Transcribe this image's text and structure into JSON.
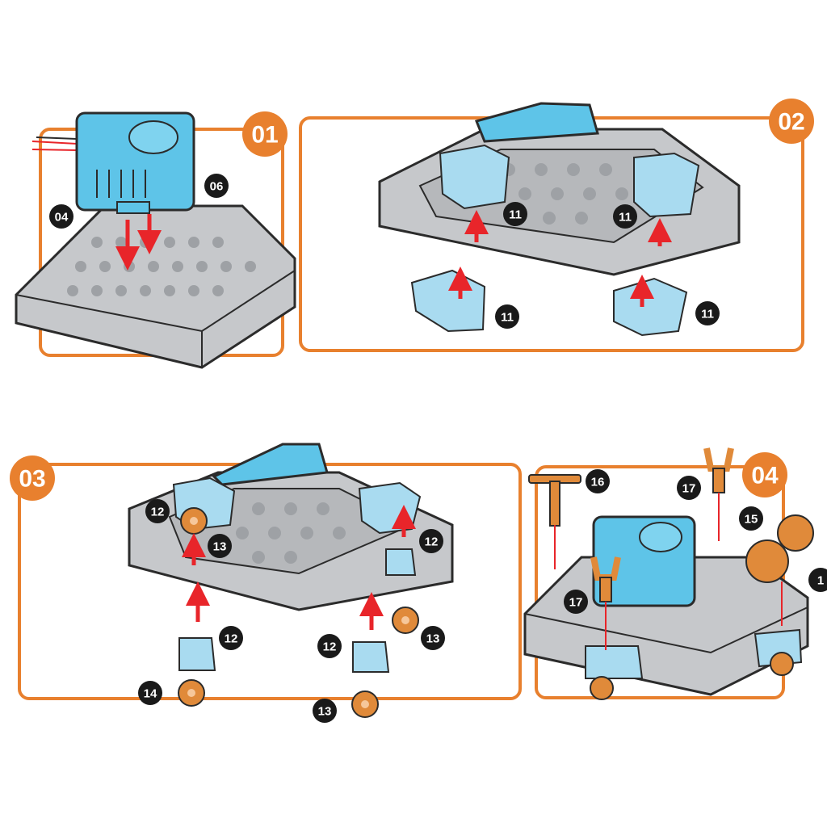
{
  "colors": {
    "frame": "#e8802e",
    "base_fill": "#c6c8cb",
    "base_stroke": "#2b2b2b",
    "blue_part": "#5ec4e8",
    "orange_part": "#e08a3a",
    "arrow": "#e8252a",
    "badge": "#1a1a1a"
  },
  "steps": [
    {
      "id": "01",
      "part_labels": [
        "06",
        "04"
      ]
    },
    {
      "id": "02",
      "part_labels": [
        "11",
        "11",
        "11",
        "11"
      ]
    },
    {
      "id": "03",
      "part_labels": [
        "12",
        "13",
        "12",
        "12",
        "13",
        "12",
        "14",
        "13"
      ]
    },
    {
      "id": "04",
      "part_labels": [
        "16",
        "17",
        "15",
        "17",
        "1"
      ]
    }
  ]
}
